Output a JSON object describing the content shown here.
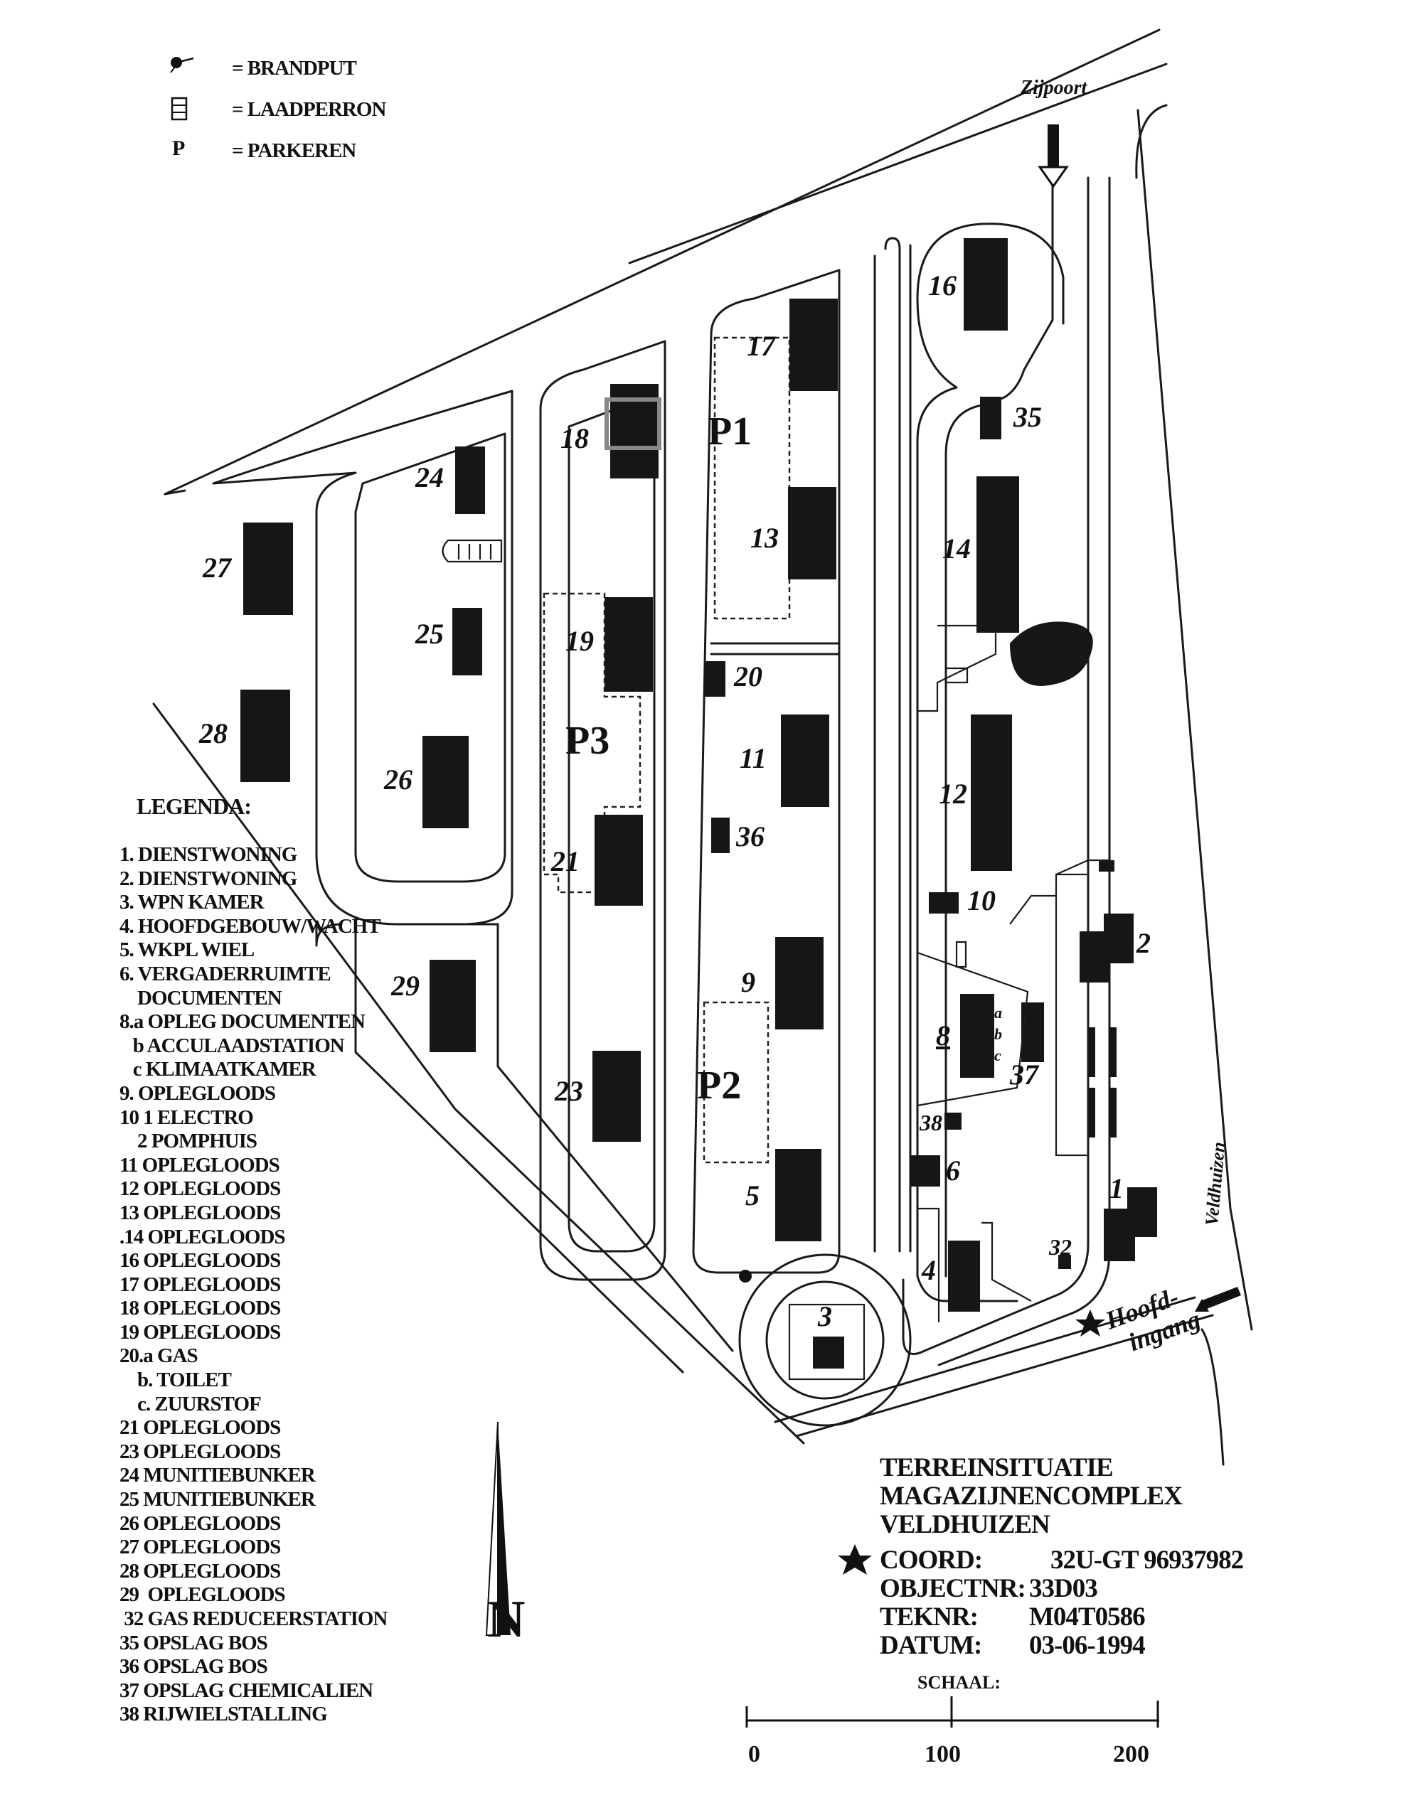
{
  "key": [
    {
      "icon": "fire-hydrant-icon",
      "text": "= BRANDPUT"
    },
    {
      "icon": "loading-platform-icon",
      "text": "= LAADPERRON"
    },
    {
      "icon": "parking-p-icon",
      "symbol": "P",
      "text": "= PARKEREN"
    }
  ],
  "legend": {
    "title": "LEGENDA:",
    "items": [
      "1. DIENSTWONING",
      "2. DIENSTWONING",
      "3. WPN KAMER",
      "4. HOOFDGEBOUW/WACHT",
      "5. WKPL WIEL",
      "6. VERGADERRUIMTE",
      "    DOCUMENTEN",
      "8.a OPLEG DOCUMENTEN",
      "   b ACCULAADSTATION",
      "   c KLIMAATKAMER",
      "9. OPLEGLOODS",
      "10 1 ELECTRO",
      "    2 POMPHUIS",
      "11 OPLEGLOODS",
      "12 OPLEGLOODS",
      "13 OPLEGLOODS",
      ".14 OPLEGLOODS",
      "16 OPLEGLOODS",
      "17 OPLEGLOODS",
      "18 OPLEGLOODS",
      "19 OPLEGLOODS",
      "20.a GAS",
      "    b. TOILET",
      "    c. ZUURSTOF",
      "21 OPLEGLOODS",
      "23 OPLEGLOODS",
      "24 MUNITIEBUNKER",
      "25 MUNITIEBUNKER",
      "26 OPLEGLOODS",
      "27 OPLEGLOODS",
      "28 OPLEGLOODS",
      "29  OPLEGLOODS",
      " 32 GAS REDUCEERSTATION",
      "35 OPSLAG BOS",
      "36 OPSLAG BOS",
      "37 OPSLAG CHEMICALIEN",
      "38 RIJWIELSTALLING"
    ]
  },
  "map": {
    "building_numbers": [
      "1",
      "2",
      "3",
      "4",
      "5",
      "6",
      "8",
      "9",
      "10",
      "11",
      "12",
      "13",
      "14",
      "16",
      "17",
      "18",
      "19",
      "20",
      "21",
      "23",
      "24",
      "25",
      "26",
      "27",
      "28",
      "29",
      "32",
      "35",
      "36",
      "37",
      "38"
    ],
    "sub_labels": [
      "a",
      "b",
      "c"
    ],
    "parking_labels": [
      "P1",
      "P2",
      "P3"
    ],
    "gate_label": "Zijpoort",
    "main_entrance_label": [
      "Hoofd-",
      "ingang"
    ],
    "street_label": "Veldhuizen",
    "north_label": "N",
    "highlight_color": "#888888"
  },
  "titleblock": {
    "lines": [
      "TERREINSITUATIE",
      "MAGAZIJNENCOMPLEX",
      "VELDHUIZEN"
    ],
    "coord_label": "COORD:",
    "coord_value": "32U-GT 96937982",
    "object_label": "OBJECTNR:",
    "object_value": "33D03",
    "tek_label": "TEKNR:",
    "tek_value": "M04T0586",
    "date_label": "DATUM:",
    "date_value": "03-06-1994"
  },
  "scale": {
    "label": "SCHAAL:",
    "ticks": [
      "0",
      "100",
      "200"
    ]
  }
}
